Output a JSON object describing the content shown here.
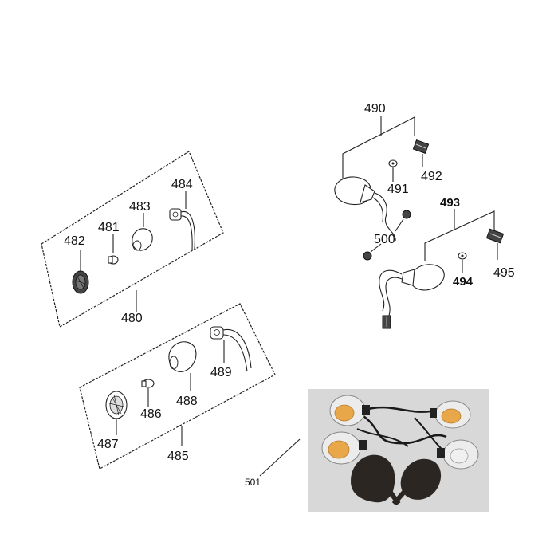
{
  "groups": {
    "rear_kit": "480",
    "front_kit": "485",
    "right_pair": "490",
    "left_pair": "493",
    "photo_set": "501"
  },
  "parts": {
    "p481": "481",
    "p482": "482",
    "p483": "483",
    "p484": "484",
    "p486": "486",
    "p487": "487",
    "p488": "488",
    "p489": "489",
    "p491": "491",
    "p492": "492",
    "p494": "494",
    "p495": "495",
    "p500": "500"
  },
  "colors": {
    "line": "#222222",
    "photo_bg": "#d8d8d8",
    "lens_amber": "#e8a84a"
  }
}
